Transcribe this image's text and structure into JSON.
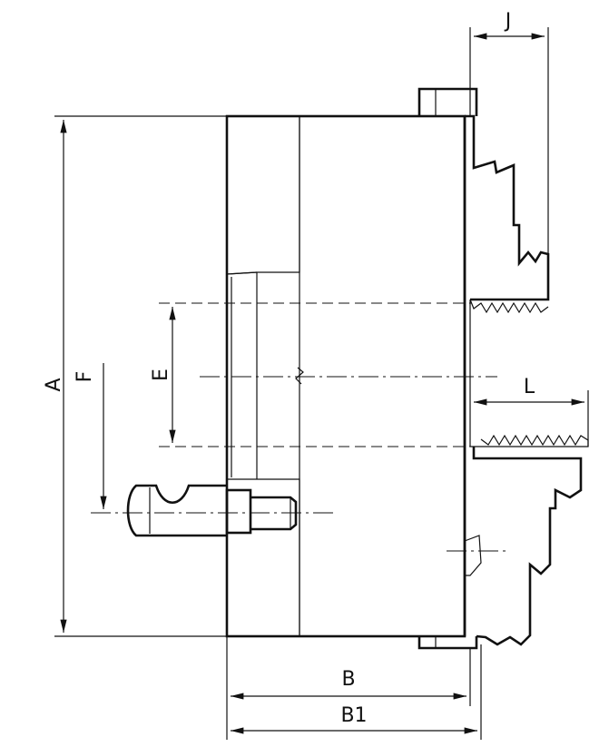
{
  "drawing": {
    "labels": {
      "A": "A",
      "F": "F",
      "E": "E",
      "J": "J",
      "L": "L",
      "B": "B",
      "B1": "B1"
    },
    "colors": {
      "ink": "#111111",
      "background": "#ffffff"
    }
  }
}
